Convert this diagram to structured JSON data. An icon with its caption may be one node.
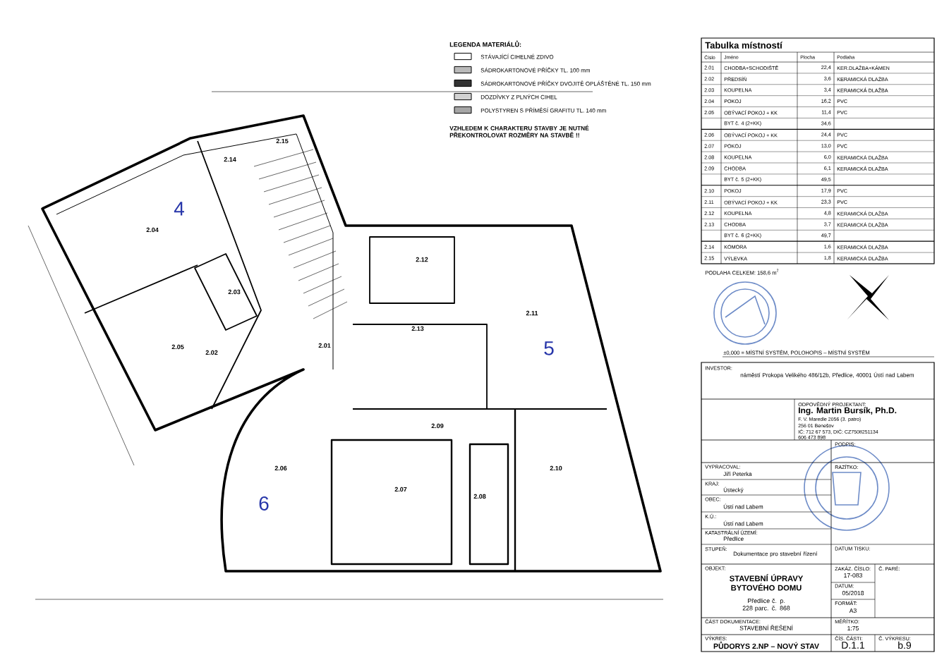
{
  "diagram": {
    "labels": [
      "2.04",
      "4",
      "2.03",
      "2.05",
      "2.02",
      "2.01",
      "2.14",
      "2.15",
      "2.12",
      "2.11",
      "5",
      "2.13",
      "2.09",
      "2.06",
      "2.07",
      "2.08",
      "2.10",
      "6",
      "LEGENDA MATERIÁLŮ:",
      "VZHLEDEM K CHARAKTERU STAVBY JE NUTNÉ PŘEKONTROLOVAT ROZMĚRY NA STAVBĚ !!",
      "Tabulka místností",
      "Číslo",
      "Jméno",
      "Plocha",
      "Podlaha",
      "2.01",
      "CHODBA+SCHODIŠTĚ",
      "22,4",
      "KER.DLAŽBA+KÁMEN",
      "2.02",
      "PŘEDSÍŇ",
      "3,6",
      "KERAMICKÁ DLAŽBA",
      "2.03",
      "KOUPELNA",
      "3,4",
      "KERAMICKÁ DLAŽBA",
      "2.04",
      "POKOJ",
      "16,2",
      "PVC",
      "2.05",
      "OBÝVACÍ POKOJ + KK",
      "11,4",
      "PVC",
      "BYT č. 4 (2+KK)",
      "34,6",
      "2.06",
      "OBÝVACÍ POKOJ + KK",
      "24,4",
      "PVC",
      "2.07",
      "POKOJ",
      "13,0",
      "PVC",
      "2.08",
      "KOUPELNA",
      "6,0",
      "KERAMICKÁ DLAŽBA",
      "2.09",
      "CHODBA",
      "6,1",
      "KERAMICKÁ DLAŽBA",
      "BYT č. 5 (2+KK)",
      "49,5",
      "2.10",
      "POKOJ",
      "17,9",
      "PVC",
      "2.11",
      "OBÝVACÍ POKOJ + KK",
      "23,3",
      "PVC",
      "2.12",
      "KOUPELNA",
      "4,8",
      "KERAMICKÁ DLAŽBA",
      "2.13",
      "CHODBA",
      "3,7",
      "KERAMICKÁ DLAŽBA",
      "BYT č. 6 (2+KK)",
      "49,7",
      "2.14",
      "KOMORA",
      "1,6",
      "KERAMICKÁ DLAŽBA",
      "2.15",
      "VÝLEVKA",
      "1,8",
      "KERAMICKÁ DLAŽBA",
      "PODLAHA CELKEM: 158,6 m$^{2}$",
      "±0,000 = MÍSTNÍ SYSTÉM, POLOHOPIS – MÍSTNÍ SYSTÉM",
      "INVESTOR:",
      "náměstí Prokopa Velikého 486/12b, Předlice, 40001 Ústí nad Labem",
      "ODPOVĚDNÝ PROJEKTANT:",
      "Ing. Martin Bursík, Ph.D.",
      "F. V. Maredle 2056 (3. patro)",
      "256 01 Benešov",
      "IČ: 712 67 573, DIČ: CZ7508251134",
      "606 473 898",
      "PODPIS:",
      "VYPRACOVAL:",
      "Jiří Peterka",
      "RAZÍTKO:",
      "KRAJ:",
      "Ústecký",
      "OBEC:",
      "Ústí nad Labem",
      "K.Ú.:",
      "Ústí nad Labem",
      "KATASTRÁLNÍ ÚZEMÍ:",
      "Předlice",
      "STUPEŇ:",
      "Dokumentace pro stavební řízení",
      "DATUM TISKU:",
      "OBJEKT:",
      "ZAKÁZ. ČÍSLO:",
      "Č. PARÉ:",
      "STAVEBNÍ ÚPRAVY BYTOVÉHO DOMU",
      "17-083",
      "DATUM:",
      "05/2018",
      "Předlice č. p. 228 parc. č. 868",
      "FORMÁT:",
      "A3",
      "ČÁST DOKUMENTACE:",
      "MĚŘÍTKO:",
      "STAVEBNÍ ŘEŠENÍ",
      "1:75",
      "VÝKRES:",
      "ČÍS. ČÁSTI:",
      "Č. VÝKRESU:",
      "PŮDORYS 2.NP – NOVÝ STAV",
      "D.1.1",
      "b.9"
    ],
    "legend": [
      {
        "text": "STÁVAJÍCÍ CIHELNÉ ZDIVO"
      },
      {
        "text": "SÁDROKARTONOVÉ PŘÍČKY TL. 100 mm"
      },
      {
        "text": "SÁDROKARTONOVÉ PŘÍČKY DVOJITĚ OPLÁŠTĚNÉ TL. 150 mm"
      },
      {
        "text": "DOZDÍVKY Z PLNÝCH CIHEL"
      },
      {
        "text": "POLYSTYREN S PŘÍMĚSÍ GRAFITU TL. 140 mm"
      }
    ]
  }
}
